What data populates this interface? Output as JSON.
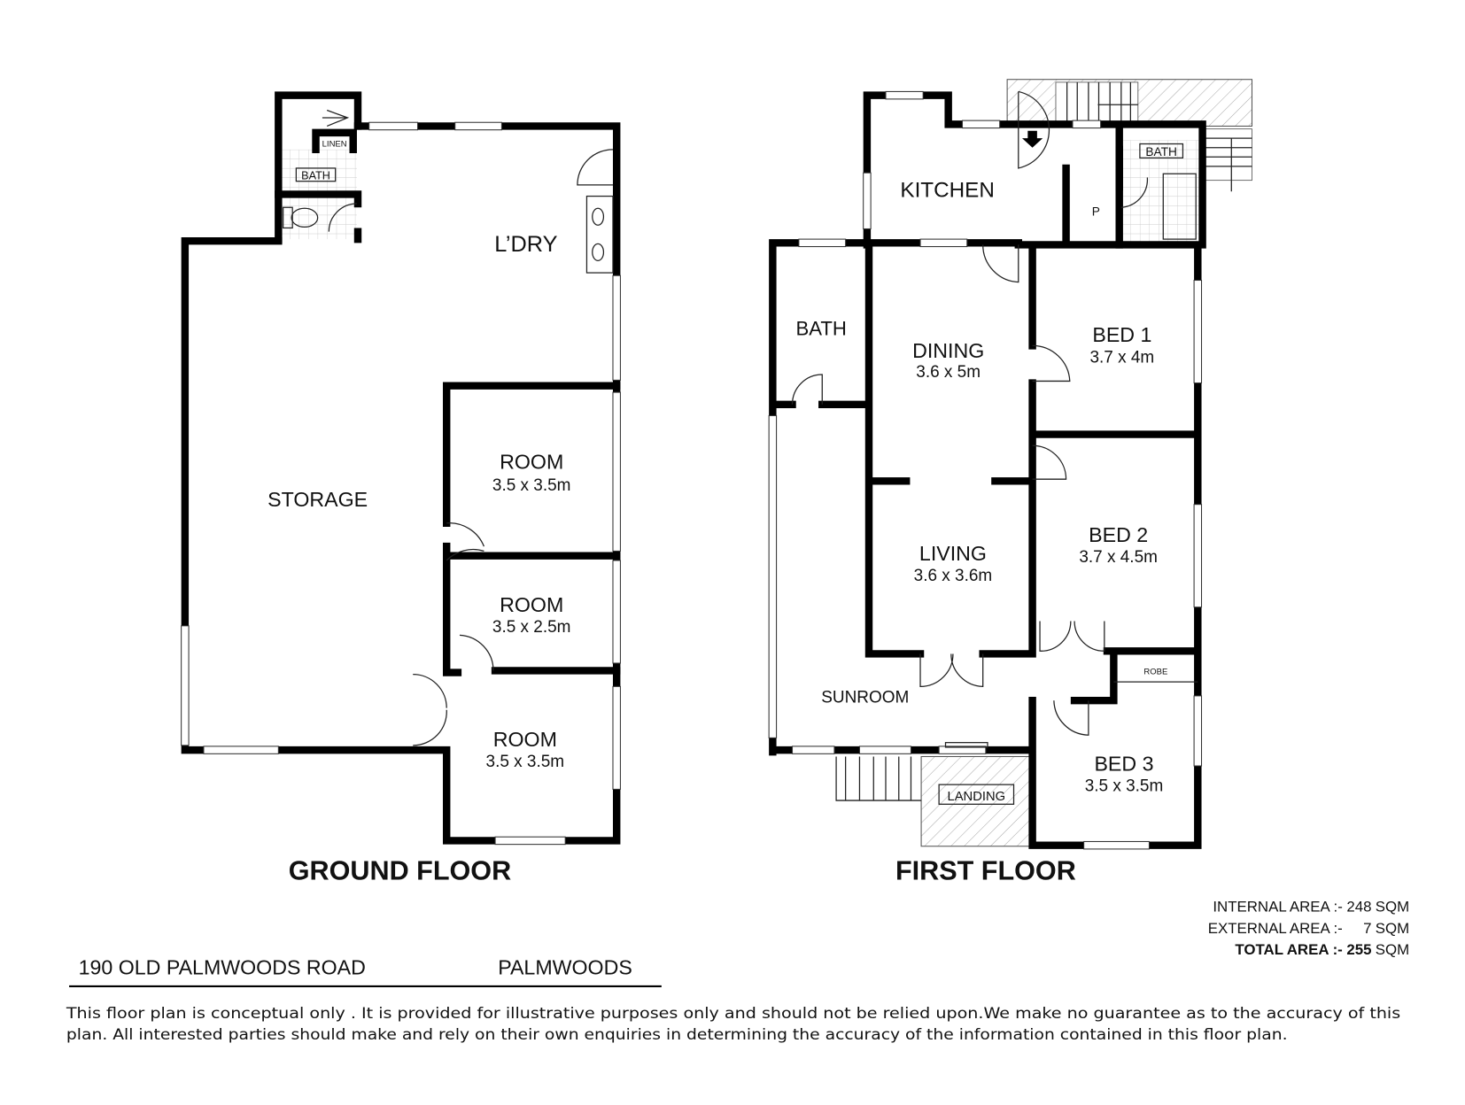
{
  "ground_floor": {
    "title": "GROUND FLOOR",
    "rooms": [
      {
        "name": "STORAGE",
        "size": ""
      },
      {
        "name": "L’DRY",
        "size": ""
      },
      {
        "name": "ROOM",
        "size": "3.5 x 3.5m"
      },
      {
        "name": "ROOM",
        "size": "3.5 x 2.5m"
      },
      {
        "name": "ROOM",
        "size": "3.5 x 3.5m"
      }
    ],
    "small_labels": {
      "linen": "LINEN",
      "bath": "BATH"
    }
  },
  "first_floor": {
    "title": "FIRST FLOOR",
    "rooms": [
      {
        "name": "KITCHEN",
        "size": ""
      },
      {
        "name": "BATH",
        "size": ""
      },
      {
        "name": "DINING",
        "size": "3.6 x 5m"
      },
      {
        "name": "BED 1",
        "size": "3.7 x 4m"
      },
      {
        "name": "LIVING",
        "size": "3.6 x 3.6m"
      },
      {
        "name": "BED 2",
        "size": "3.7 x 4.5m"
      },
      {
        "name": "SUNROOM",
        "size": ""
      },
      {
        "name": "BED 3",
        "size": "3.5 x 3.5m"
      }
    ],
    "small_labels": {
      "pantry": "P",
      "bath": "BATH",
      "robe": "ROBE",
      "landing": "LANDING"
    }
  },
  "areas": [
    {
      "label": "INTERNAL AREA :-",
      "value": "248",
      "unit": "SQM"
    },
    {
      "label": "EXTERNAL AREA :-",
      "value": "7",
      "unit": "SQM"
    },
    {
      "label": "TOTAL AREA :-",
      "value": "255",
      "unit": "SQM"
    }
  ],
  "address": {
    "street": "190 OLD PALMWOODS ROAD",
    "suburb": "PALMWOODS"
  },
  "disclaimer": {
    "line1": "This floor plan  is conceptual only . It is provided for illustrative purposes only and should not be relied upon.We make no guarantee as to the accuracy of this",
    "line2": "plan. All interested parties should make and rely on their own enquiries in determining the accuracy of the information contained in this floor plan."
  }
}
